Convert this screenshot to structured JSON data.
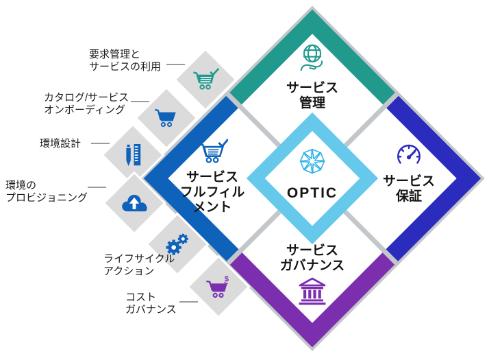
{
  "diagram": {
    "name": "OPTIC service framework diamond diagram",
    "center": {
      "label": "OPTIC",
      "icon": "aperture-icon"
    },
    "quadrants": {
      "top": {
        "lines": [
          "サービス",
          "管理"
        ],
        "icon": "globe-hand-icon",
        "accent": "#21998c"
      },
      "left": {
        "lines": [
          "サービス",
          "フルフィル",
          "メント"
        ],
        "icon": "cart-check-icon",
        "accent": "#0f62ba"
      },
      "right": {
        "lines": [
          "サービス",
          "保証"
        ],
        "icon": "gauge-icon",
        "accent": "#2b2bbe"
      },
      "bottom": {
        "lines": [
          "サービス",
          "ガバナンス"
        ],
        "icon": "bank-icon",
        "accent": "#7b2fae"
      }
    },
    "side_items": [
      {
        "lines": [
          "要求管理と",
          "サービスの利用"
        ],
        "icon": "cart-check-icon",
        "icon_color": "#21998c"
      },
      {
        "lines": [
          "カタログ/サービス",
          "オンボーディング"
        ],
        "icon": "cart-icon",
        "icon_color": "#0f62ba"
      },
      {
        "lines": [
          "環境設計"
        ],
        "icon": "pen-ruler-icon",
        "icon_color": "#0f62ba"
      },
      {
        "lines": [
          "環境の",
          "プロビジョニング"
        ],
        "icon": "cloud-upload-icon",
        "icon_color": "#0f62ba"
      },
      {
        "lines": [
          "ライフサイクル",
          "アクション"
        ],
        "icon": "gears-icon",
        "icon_color": "#0f62ba"
      },
      {
        "lines": [
          "コスト",
          "ガバナンス"
        ],
        "icon": "cart-dollar-icon",
        "icon_color": "#7b2fae"
      }
    ],
    "colors": {
      "teal": "#21998c",
      "blue": "#0f62ba",
      "indigo": "#2b2bbe",
      "purple": "#7b2fae",
      "cyan": "#66c9ec",
      "aperture_cyan": "#2fb4e9",
      "tile_gray": "#dbdbdb",
      "line_gray": "#c3c7c9"
    }
  }
}
